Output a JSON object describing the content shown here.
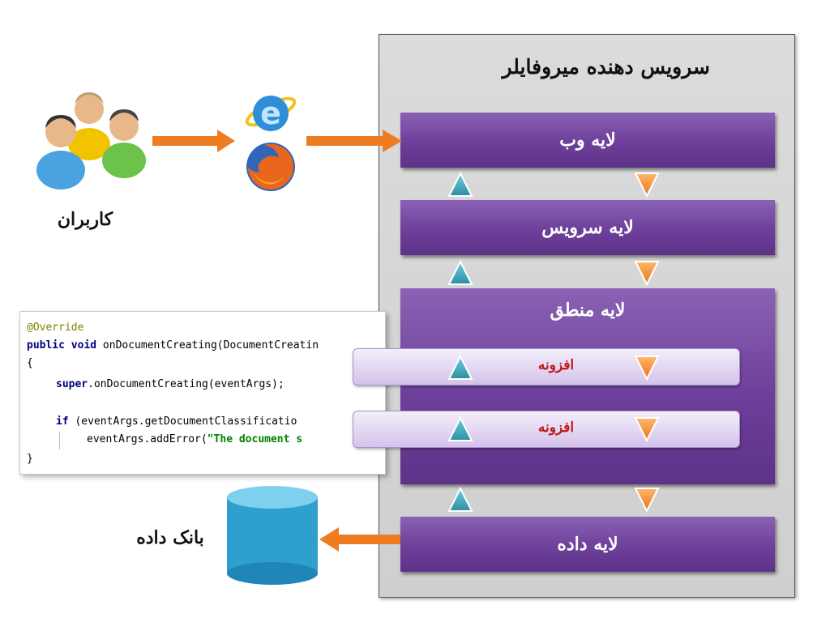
{
  "server": {
    "title": "سرویس دهنده میروفایلر"
  },
  "layers": {
    "web": "لایه وب",
    "service": "لایه سرویس",
    "logic": "لایه منطق",
    "data": "لایه داده"
  },
  "plugins": [
    {
      "label": "افزونه"
    },
    {
      "label": "افزونه"
    }
  ],
  "users": {
    "label": "کاربران"
  },
  "database": {
    "label": "بانک داده"
  },
  "code": {
    "line1": "@Override",
    "line2_kw": "public void",
    "line2_rest": " onDocumentCreating(DocumentCreatin",
    "line3": "{",
    "line4_kw": "super",
    "line4_rest": ".onDocumentCreating(eventArgs);",
    "line5_kw": "if",
    "line5_rest": " (eventArgs.getDocumentClassificatio",
    "line6_pre": "eventArgs.addError(",
    "line6_str": "\"The document s",
    "line7": "}"
  },
  "colors": {
    "layer_purple": "#6d3f9a",
    "up_arrow_teal": "#3aa6b9",
    "down_arrow_orange": "#f08a2c",
    "flow_arrow_orange": "#ee7d22",
    "plugin_text_red": "#c0171b",
    "database_blue": "#2f9fd0"
  },
  "icons": [
    "users-icon",
    "internet-explorer-icon",
    "firefox-icon",
    "database-icon"
  ]
}
